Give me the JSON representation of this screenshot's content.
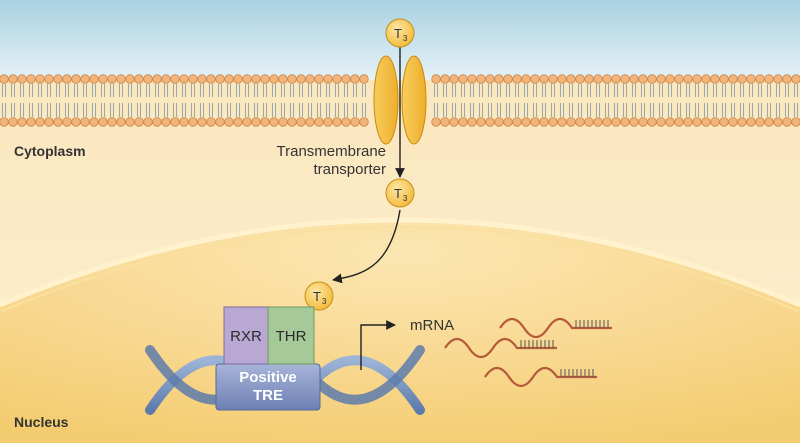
{
  "labels": {
    "cytoplasm": "Cytoplasm",
    "nucleus": "Nucleus",
    "transporter_line1": "Transmembrane",
    "transporter_line2": "transporter",
    "mrna": "mRNA",
    "rxr": "RXR",
    "thr": "THR",
    "tre_line1": "Positive",
    "tre_line2": "TRE"
  },
  "hormone": {
    "main": "T",
    "sub": "3"
  },
  "colors": {
    "extracellular": "#d3e7ef",
    "cytoplasm": "#fbe9c2",
    "nucleus": "#f7d486",
    "lipid_head": "#f2b47a",
    "transporter": "#f4bd3c",
    "rxr": "#b9a8d4",
    "thr": "#a6c99a",
    "tre": "#7e8fbf",
    "dna": "#7a98c2",
    "mrna": "#b45a3a"
  },
  "icons": {
    "hormone": "t3-hormone-icon",
    "transporter": "membrane-channel-icon",
    "dna": "dna-helix-icon",
    "mrna": "mrna-strand-icon"
  }
}
